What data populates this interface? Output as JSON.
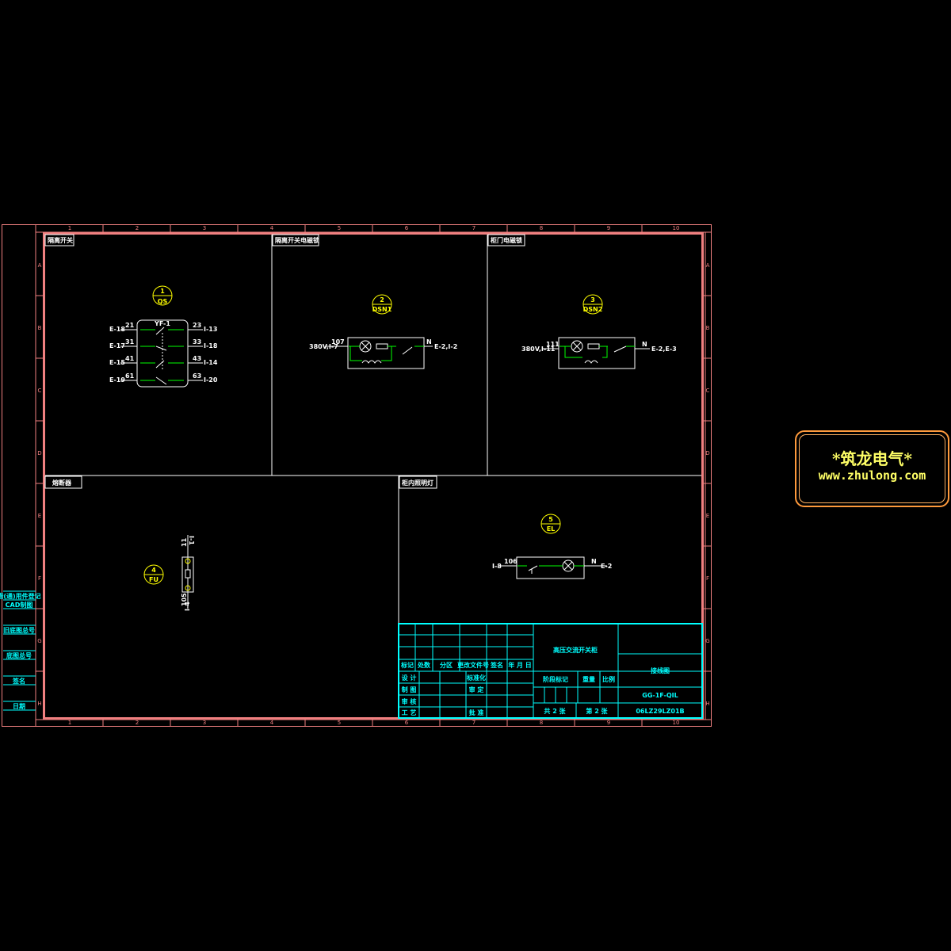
{
  "frame": {
    "columns": [
      "1",
      "2",
      "3",
      "4",
      "5",
      "6",
      "7",
      "8",
      "9",
      "10"
    ],
    "rows": [
      "A",
      "B",
      "C",
      "D",
      "E",
      "F",
      "G",
      "H"
    ]
  },
  "side_strip": [
    "借(通)用件登记",
    "CAD制图",
    "旧底图总号",
    "底图总号",
    "签名",
    "日期"
  ],
  "panels": [
    {
      "title": "隔离开关",
      "balloon_num": "1",
      "balloon_code": "QS",
      "device": "YF-1",
      "left": [
        [
          "E-18",
          "21"
        ],
        [
          "E-17",
          "31"
        ],
        [
          "E-15",
          "41"
        ],
        [
          "E-19",
          "61"
        ]
      ],
      "right": [
        [
          "23",
          "I-13"
        ],
        [
          "33",
          "I-18"
        ],
        [
          "43",
          "I-14"
        ],
        [
          "63",
          "I-20"
        ]
      ]
    },
    {
      "title": "隔离开关电磁锁",
      "balloon_num": "2",
      "balloon_code": "DSN1",
      "in_label": "380V,I-7",
      "wire": "107",
      "n": "N",
      "out_label": "E-2,I-2"
    },
    {
      "title": "柜门电磁锁",
      "balloon_num": "3",
      "balloon_code": "DSN2",
      "in_label": "380V,I-11",
      "wire": "111",
      "n": "N",
      "out_label": "E-2,E-3"
    },
    {
      "title": "熔断器",
      "balloon_num": "4",
      "balloon_code": "FU",
      "top": "I-1",
      "top_wire": "11",
      "bottom_wire": "105",
      "bottom": "I-4"
    },
    {
      "title": "柜内照明灯",
      "balloon_num": "5",
      "balloon_code": "EL",
      "in_label": "I-8",
      "wire": "106",
      "n": "N",
      "out_label": "E-2"
    }
  ],
  "title_block": {
    "headers": [
      "标记",
      "处数",
      "分区",
      "更改文件号",
      "签名",
      "年 月 日"
    ],
    "left_rows": [
      [
        "设 计",
        "标准化"
      ],
      [
        "制 图",
        "审 定"
      ],
      [
        "审 核",
        ""
      ],
      [
        "工 艺",
        "批 准"
      ]
    ],
    "product": "高压交流开关柜",
    "stage": "阶段标记",
    "weight": "重量",
    "scale": "比例",
    "sheets_total": "共 2 张",
    "sheet_no": "第 2 张",
    "drawing_name": "接线图",
    "model": "GG-1F-QIL",
    "code": "06LZ29LZ01B"
  },
  "logo": {
    "name": "*筑龙电气*",
    "url": "www.zhulong.com"
  },
  "colors": {
    "frame": "#f08080",
    "titleblock": "#00ffff",
    "balloon": "#ffff00",
    "wire": "#00ff00"
  }
}
